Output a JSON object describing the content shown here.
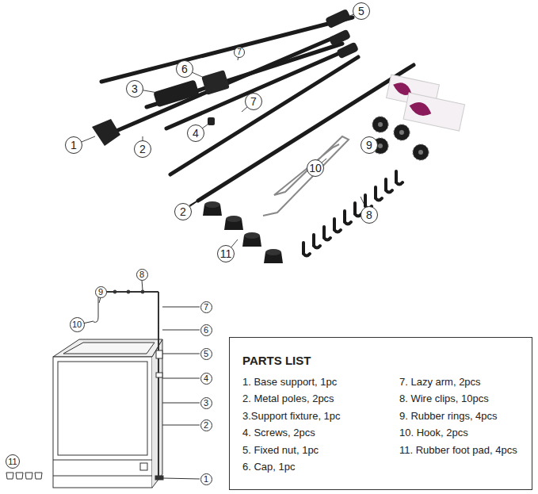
{
  "diagram": {
    "nodes": [
      {
        "text": [
          "5"
        ]
      },
      {
        "text": [
          "7"
        ]
      },
      {
        "text": [
          "6"
        ]
      },
      {
        "text": [
          "3"
        ]
      },
      {
        "text": [
          "7"
        ]
      },
      {
        "text": [
          "4"
        ]
      },
      {
        "text": [
          "1"
        ]
      },
      {
        "text": [
          "2"
        ]
      },
      {
        "text": [
          "9"
        ]
      },
      {
        "text": [
          "10"
        ]
      },
      {
        "text": [
          "8"
        ]
      },
      {
        "text": [
          "2"
        ]
      },
      {
        "text": [
          "11"
        ]
      },
      {
        "text": [
          "9"
        ]
      },
      {
        "text": [
          "8"
        ]
      },
      {
        "text": [
          "7"
        ]
      },
      {
        "text": [
          "10"
        ]
      },
      {
        "text": [
          "6"
        ]
      },
      {
        "text": [
          "5"
        ]
      },
      {
        "text": [
          "4"
        ]
      },
      {
        "text": [
          "3"
        ]
      },
      {
        "text": [
          "2"
        ]
      },
      {
        "text": [
          "11"
        ]
      },
      {
        "text": [
          "1"
        ]
      },
      {
        "text": [
          "PARTS LIST",
          "1. Base support, 1pc",
          "2. Metal poles, 2pcs",
          "3.Support fixture, 1pc",
          "4. Screws, 2pcs",
          "5. Fixed nut, 1pc",
          "6. Cap, 1pc",
          "7. Lazy arm, 2pcs",
          "8. Wire clips, 10pcs",
          "9. Rubber rings, 4pcs",
          "10. Hook, 2pcs",
          "11. Rubber foot pad, 4pcs"
        ]
      }
    ]
  }
}
